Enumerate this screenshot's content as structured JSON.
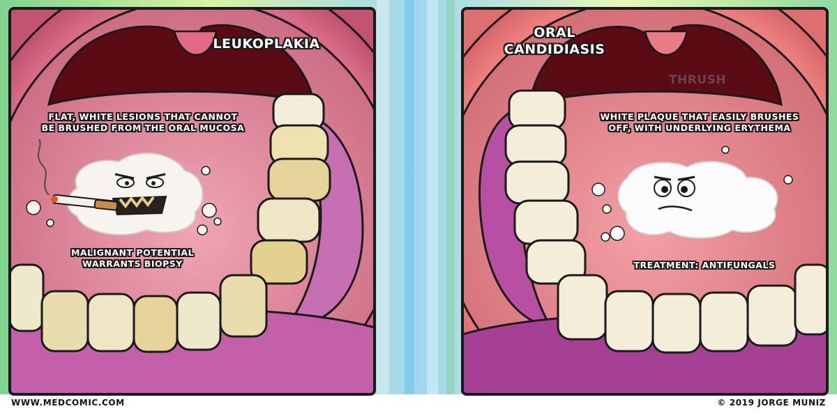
{
  "panels": [
    {
      "title": "LEUKOPLAKIA",
      "description_lines": [
        "FLAT, WHITE LESIONS THAT CANNOT",
        "BE BRUSHED FROM THE ORAL MUCOSA"
      ],
      "note_lines": [
        "MALIGNANT POTENTIAL",
        "WARRANTS BIOPSY"
      ]
    },
    {
      "title_lines": [
        "ORAL",
        "CANDIDIASIS"
      ],
      "subtitle": "THRUSH",
      "description_lines": [
        "WHITE PLAQUE THAT EASILY BRUSHES",
        "OFF, WITH UNDERLYING ERYTHEMA"
      ],
      "note": "TREATMENT: ANTIFUNGALS"
    }
  ],
  "footer": {
    "website": "WWW.MEDCOMIC.COM",
    "copyright": "© 2019 JORGE MUNIZ"
  },
  "colors": {
    "lip_left": "#c2546f",
    "lip_right": "#de6f70",
    "palate": "#d77f8f",
    "throat": "#5a0b14",
    "tongue_left": "#c76fb3",
    "tongue_right": "#b74fa2",
    "tooth": "#efe9cc",
    "outline": "#1a1a1a"
  },
  "icons": [
    "smoking-cigarette-icon",
    "angry-lesion-character-icon",
    "worried-plaque-character-icon"
  ]
}
